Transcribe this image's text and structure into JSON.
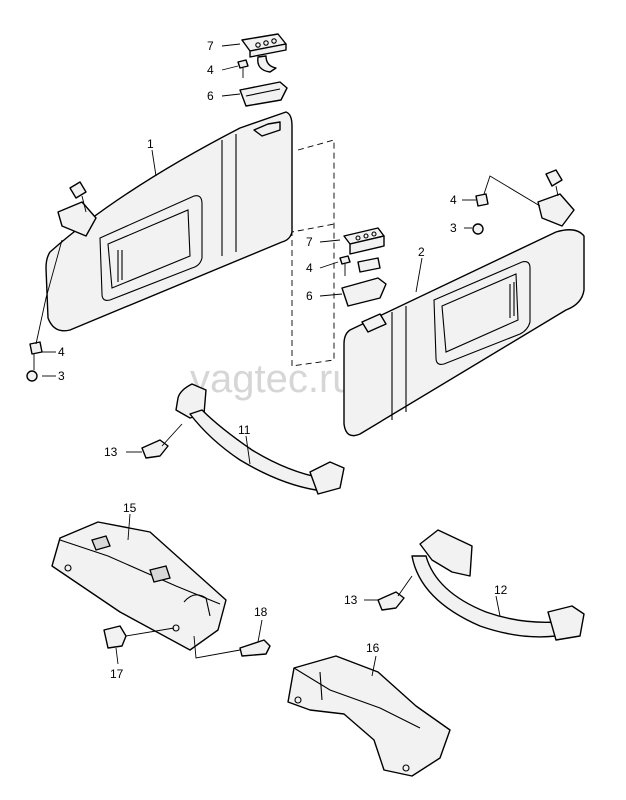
{
  "watermark": "vagtec.ru",
  "callouts": {
    "c1": "1",
    "c2": "2",
    "c3a": "3",
    "c3b": "3",
    "c4a": "4",
    "c4b": "4",
    "c4c": "4",
    "c4d": "4",
    "c6a": "6",
    "c6b": "6",
    "c7a": "7",
    "c7b": "7",
    "c11": "11",
    "c12": "12",
    "c13a": "13",
    "c13b": "13",
    "c15": "15",
    "c16": "16",
    "c17": "17",
    "c18": "18"
  }
}
